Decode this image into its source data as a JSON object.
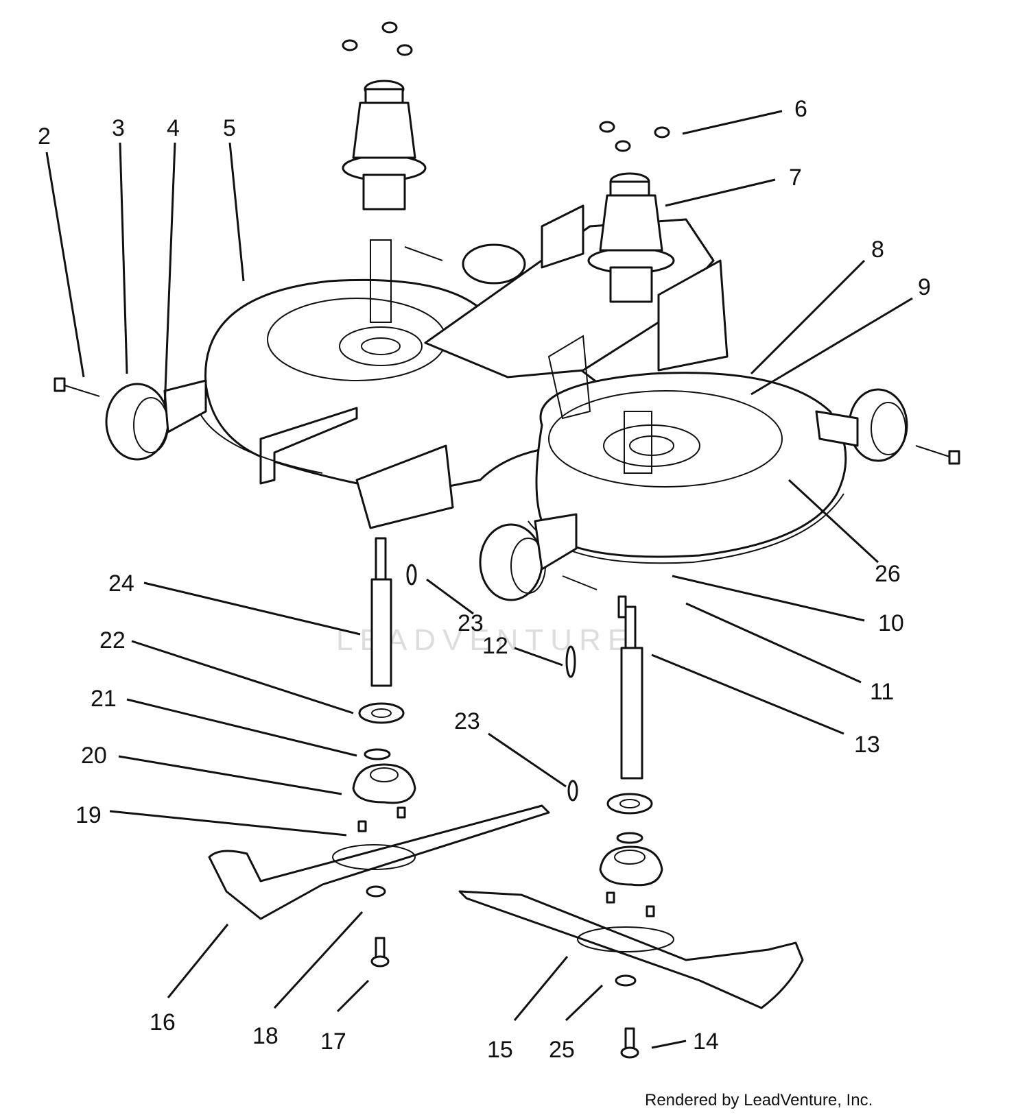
{
  "diagram": {
    "callouts": [
      "2",
      "3",
      "4",
      "5",
      "6",
      "7",
      "8",
      "9",
      "10",
      "11",
      "12",
      "13",
      "14",
      "15",
      "16",
      "17",
      "18",
      "19",
      "20",
      "21",
      "22",
      "23",
      "23",
      "24",
      "25",
      "26"
    ],
    "credit": "Rendered by LeadVenture, Inc.",
    "watermark": "LEADVENTURE"
  }
}
